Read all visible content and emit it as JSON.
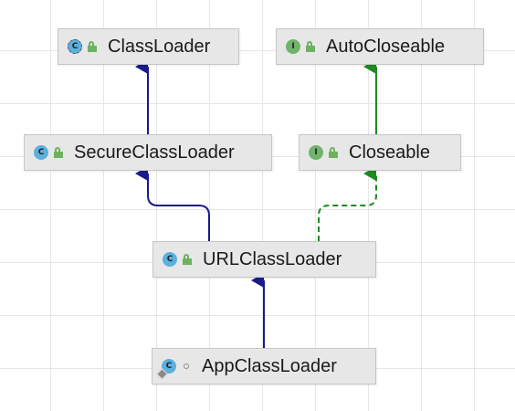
{
  "colors": {
    "extends_edge": "#1a1a8c",
    "implements_edge": "#1f8a1f",
    "node_bg": "#e7e7e7",
    "class_icon": "#5bb0dd",
    "interface_icon": "#70b36a",
    "public_lock": "#6db25e"
  },
  "nodes": {
    "classloader": {
      "label": "ClassLoader",
      "kind": "abstract-class",
      "kind_glyph": "C",
      "visibility": "public"
    },
    "autocloseable": {
      "label": "AutoCloseable",
      "kind": "interface",
      "kind_glyph": "I",
      "visibility": "public"
    },
    "secureclassloader": {
      "label": "SecureClassLoader",
      "kind": "class",
      "kind_glyph": "C",
      "visibility": "public"
    },
    "closeable": {
      "label": "Closeable",
      "kind": "interface",
      "kind_glyph": "I",
      "visibility": "public"
    },
    "urlclassloader": {
      "label": "URLClassLoader",
      "kind": "class",
      "kind_glyph": "C",
      "visibility": "public"
    },
    "appclassloader": {
      "label": "AppClassLoader",
      "kind": "class",
      "kind_glyph": "C",
      "visibility": "package-private"
    }
  },
  "edges": [
    {
      "from": "secureclassloader",
      "to": "classloader",
      "type": "extends"
    },
    {
      "from": "closeable",
      "to": "autocloseable",
      "type": "extends"
    },
    {
      "from": "urlclassloader",
      "to": "secureclassloader",
      "type": "extends"
    },
    {
      "from": "urlclassloader",
      "to": "closeable",
      "type": "implements"
    },
    {
      "from": "appclassloader",
      "to": "urlclassloader",
      "type": "extends"
    }
  ]
}
